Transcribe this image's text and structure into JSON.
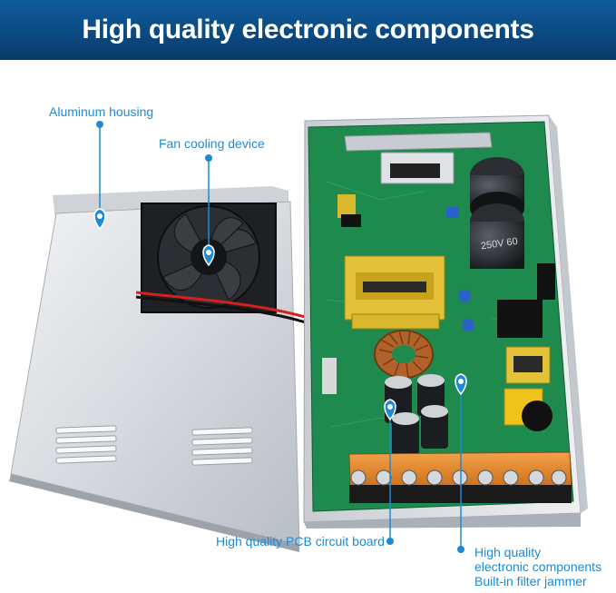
{
  "header": {
    "title": "High quality electronic components composition"
  },
  "callouts": {
    "aluminum": "Aluminum housing",
    "fan": "Fan cooling device",
    "pcb": "High quality PCB circuit board",
    "components": [
      "High quality",
      "electronic components",
      "Built-in filter jammer"
    ]
  },
  "components": {
    "capacitor_marking": "250V 60"
  },
  "colors": {
    "banner": "#0b4a82",
    "accent": "#1e8ad6",
    "pcb": "#1f8a4e",
    "terminal": "#e88a2a"
  },
  "icons": [
    "location-pin-icon"
  ]
}
